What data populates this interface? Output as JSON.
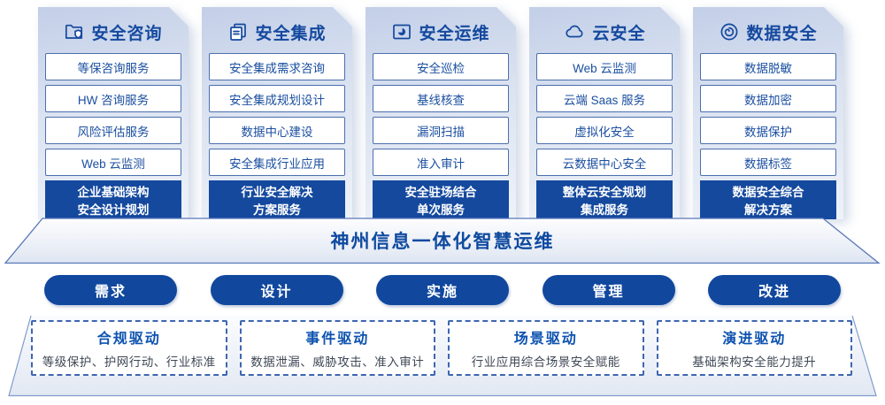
{
  "colors": {
    "primary_blue": "#14499e",
    "item_border_blue": "#4b6fae",
    "item_text_blue": "#1b4fa0",
    "card_gradient_top": "#c3cfe8",
    "card_gradient_bottom": "#eef2f9",
    "dashed_border_blue": "#3e66b0",
    "driver_desc_gray": "#3f4856",
    "white": "#ffffff"
  },
  "columns": [
    {
      "icon": "folder-shield-icon",
      "title": "安全咨询",
      "items": [
        "等保咨询服务",
        "HW 咨询服务",
        "风险评估服务",
        "Web 云监测"
      ],
      "footer": "企业基础架构\n安全设计规划"
    },
    {
      "icon": "documents-icon",
      "title": "安全集成",
      "items": [
        "安全集成需求咨询",
        "安全集成规划设计",
        "数据中心建设",
        "安全集成行业应用"
      ],
      "footer": "行业安全解决\n方案服务"
    },
    {
      "icon": "monitor-pie-icon",
      "title": "安全运维",
      "items": [
        "安全巡检",
        "基线核查",
        "漏洞扫描",
        "准入审计"
      ],
      "footer": "安全驻场结合\n单次服务"
    },
    {
      "icon": "cloud-icon",
      "title": "云安全",
      "items": [
        "Web 云监测",
        "云端 Saas 服务",
        "虚拟化安全",
        "云数据中心安全"
      ],
      "footer": "整体云安全规划\n集成服务"
    },
    {
      "icon": "fingerprint-icon",
      "title": "数据安全",
      "items": [
        "数据脱敏",
        "数据加密",
        "数据保护",
        "数据标签"
      ],
      "footer": "数据安全综合\n解决方案"
    }
  ],
  "banner": {
    "title": "神州信息一体化智慧运维"
  },
  "process_pills": [
    "需求",
    "设计",
    "实施",
    "管理",
    "改进"
  ],
  "drivers": [
    {
      "title": "合规驱动",
      "desc": "等级保护、护网行动、行业标准"
    },
    {
      "title": "事件驱动",
      "desc": "数据泄漏、威胁攻击、准入审计"
    },
    {
      "title": "场景驱动",
      "desc": "行业应用综合场景安全赋能"
    },
    {
      "title": "演进驱动",
      "desc": "基础架构安全能力提升"
    }
  ]
}
